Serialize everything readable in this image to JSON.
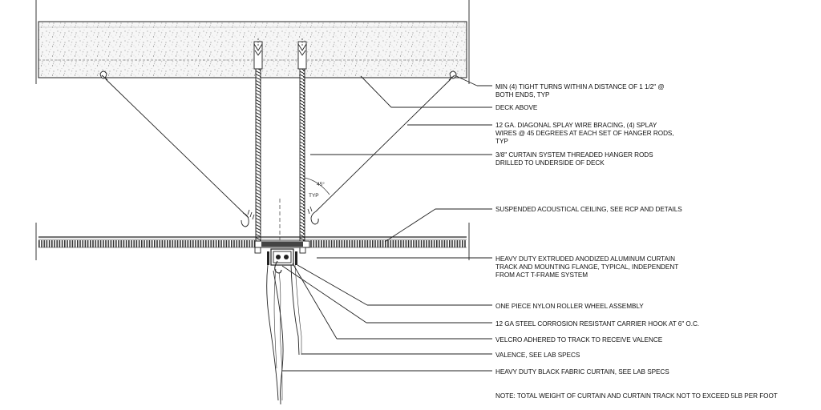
{
  "notes": [
    {
      "lines": [
        "MIN (4) TIGHT TURNS WITHIN A DISTANCE OF 1 1/2\" @",
        "BOTH ENDS, TYP"
      ]
    },
    {
      "lines": [
        "DECK ABOVE"
      ]
    },
    {
      "lines": [
        "12 GA. DIAGONAL SPLAY WIRE BRACING, (4) SPLAY",
        "WIRES @ 45 DEGREES AT EACH SET OF HANGER RODS,",
        "TYP"
      ]
    },
    {
      "lines": [
        "3/8\" CURTAIN SYSTEM THREADED HANGER RODS",
        "DRILLED TO UNDERSIDE OF DECK"
      ]
    },
    {
      "lines": [
        "SUSPENDED ACOUSTICAL CEILING, SEE RCP AND DETAILS"
      ]
    },
    {
      "lines": [
        "HEAVY DUTY EXTRUDED ANODIZED ALUMINUM CURTAIN",
        "TRACK AND MOUNTING FLANGE, TYPICAL, INDEPENDENT",
        "FROM ACT T-FRAME SYSTEM"
      ]
    },
    {
      "lines": [
        "ONE PIECE NYLON ROLLER WHEEL ASSEMBLY"
      ]
    },
    {
      "lines": [
        "12 GA STEEL CORROSION RESISTANT CARRIER HOOK AT 6\" O.C."
      ]
    },
    {
      "lines": [
        "VELCRO ADHERED TO TRACK TO RECEIVE VALENCE"
      ]
    },
    {
      "lines": [
        "VALENCE, SEE LAB SPECS"
      ]
    },
    {
      "lines": [
        "HEAVY DUTY BLACK FABRIC CURTAIN, SEE LAB SPECS"
      ]
    }
  ],
  "note_footer": "NOTE: TOTAL WEIGHT OF CURTAIN AND CURTAIN TRACK NOT TO EXCEED 5LB PER FOOT",
  "angle_labels": {
    "deg": "45°",
    "typ": "TYP"
  },
  "colors": {
    "line": "#222222",
    "deck_fill": "#f4f4f4",
    "background": "#ffffff"
  }
}
